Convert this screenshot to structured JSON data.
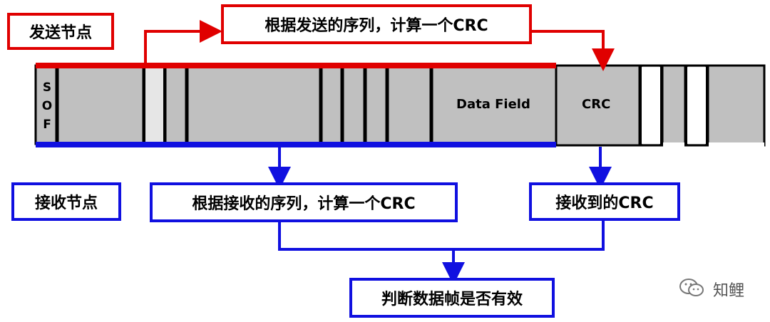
{
  "sender": {
    "label": "发送节点"
  },
  "sender_calc": {
    "label": "根据发送的序列，计算一个CRC"
  },
  "receiver": {
    "label": "接收节点"
  },
  "receiver_calc": {
    "label": "根据接收的序列，计算一个CRC"
  },
  "received_crc": {
    "label": "接收到的CRC"
  },
  "judge": {
    "label": "判断数据帧是否有效"
  },
  "frame": {
    "sof": [
      "S",
      "O",
      "F"
    ],
    "data_field": "Data Field",
    "crc": "CRC"
  },
  "watermark": {
    "text": "知鲤",
    "icon": "wechat-icon"
  },
  "colors": {
    "sender": "#e00000",
    "receiver": "#1010e0",
    "field": "#c0c0c0"
  }
}
